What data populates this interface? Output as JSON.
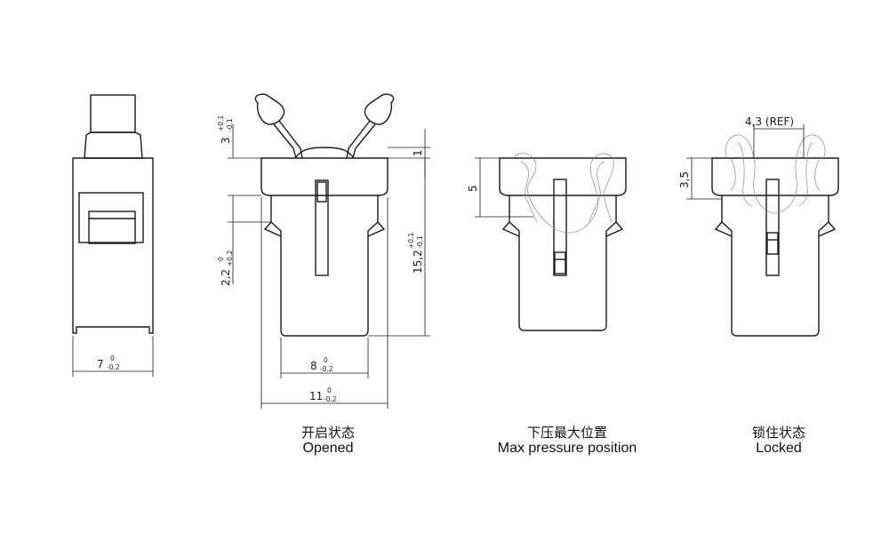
{
  "dims": {
    "w7": "7",
    "w7_up": "0",
    "w7_lo": "-0.2",
    "w8": "8",
    "w8_up": "0",
    "w8_lo": "-0.2",
    "w11": "11",
    "w11_up": "0",
    "w11_lo": "-0.2",
    "h3": "3",
    "h3_up": "+0.1",
    "h3_lo": "-0.1",
    "h22": "2,2",
    "h22_up": "0",
    "h22_lo": "+0.2",
    "h152": "15,2",
    "h152_up": "+0.1",
    "h152_lo": "-0.1",
    "h1": "1",
    "h5": "5",
    "h35": "3,5",
    "ref43": "4,3 (REF)"
  },
  "captions": {
    "opened_cn": "开启状态",
    "opened_en": "Opened",
    "maxpress_cn": "下压最大位置",
    "maxpress_en": "Max pressure position",
    "locked_cn": "锁住状态",
    "locked_en": "Locked"
  }
}
